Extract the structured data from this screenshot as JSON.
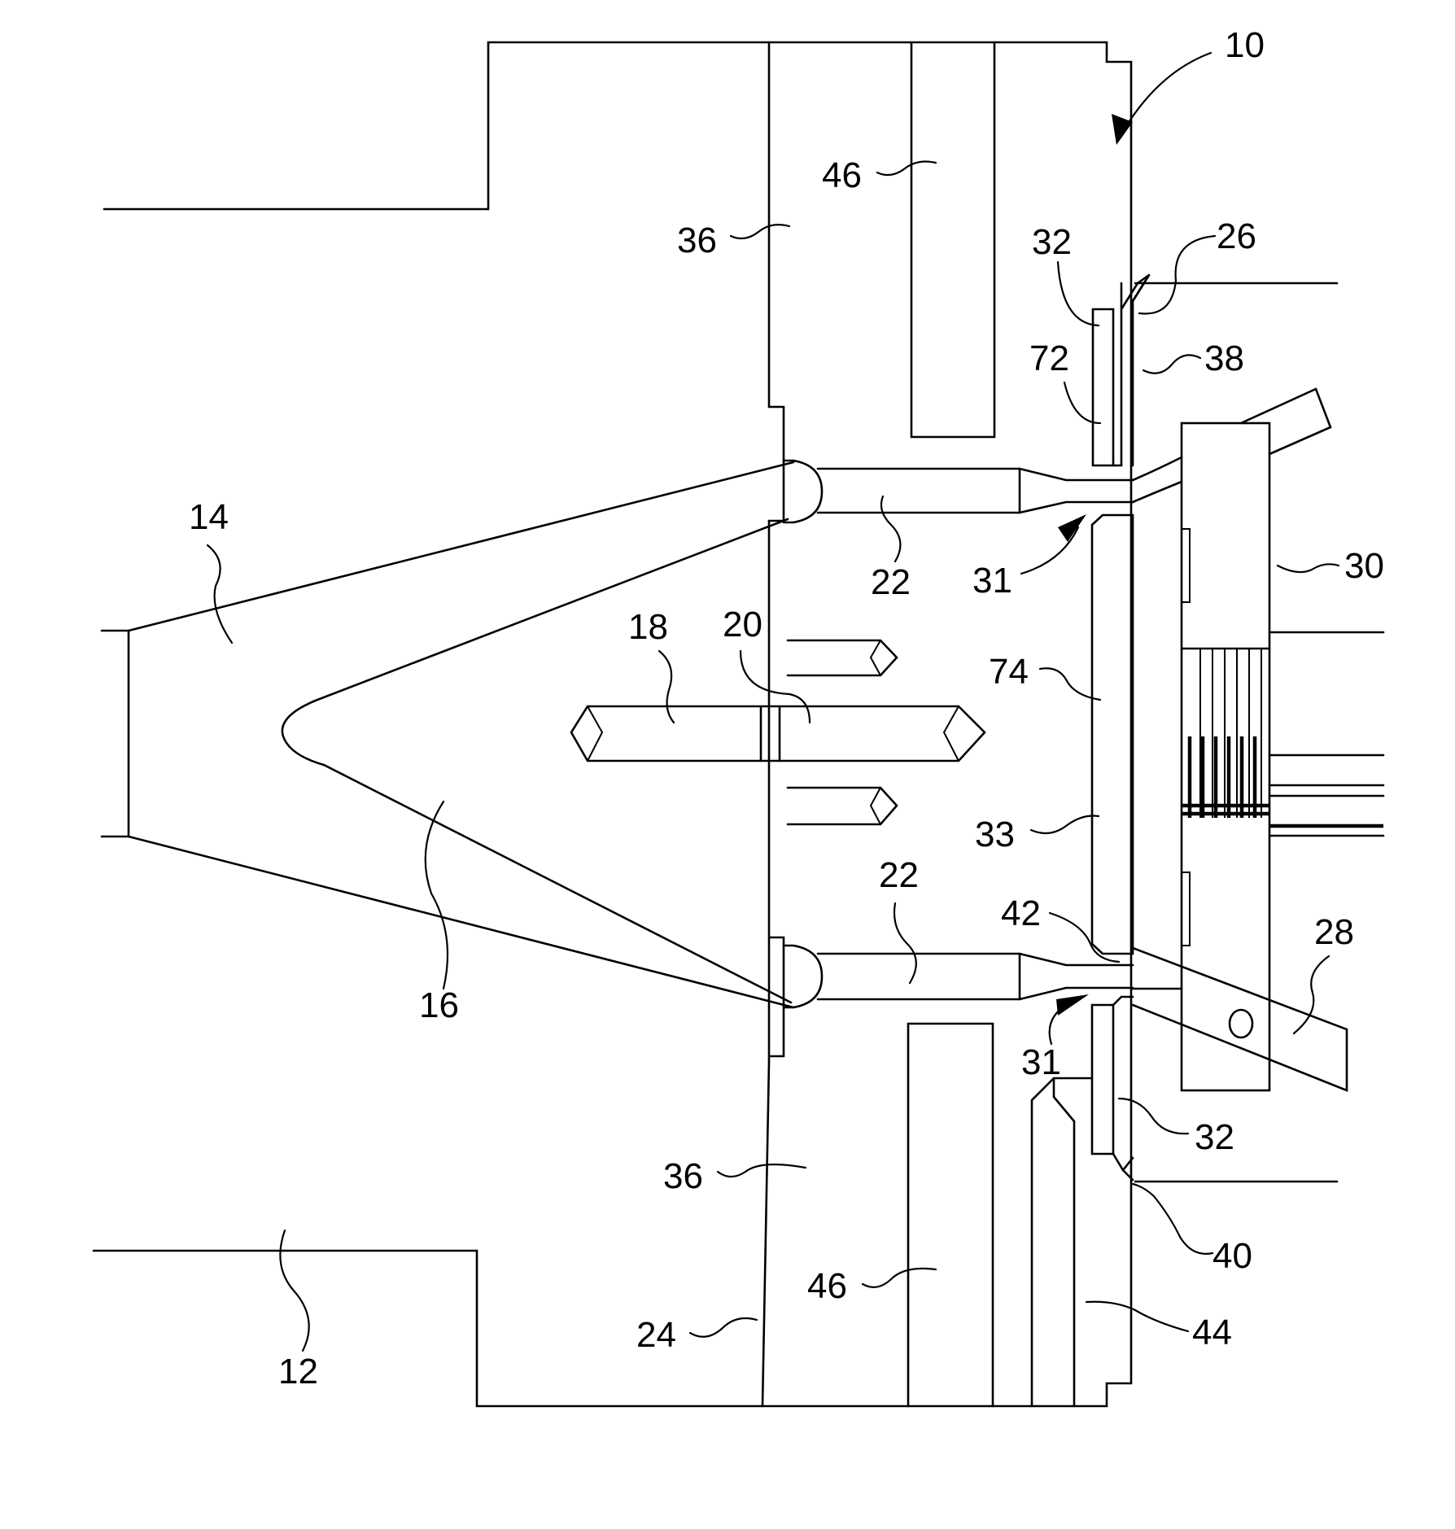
{
  "figure": {
    "labels": {
      "l10": "10",
      "l46_top": "46",
      "l36_top": "36",
      "l32_top": "32",
      "l26": "26",
      "l72": "72",
      "l38": "38",
      "l14": "14",
      "l22_top": "22",
      "l31_top": "31",
      "l30": "30",
      "l18": "18",
      "l20": "20",
      "l74": "74",
      "l16": "16",
      "l33": "33",
      "l22_bottom": "22",
      "l42": "42",
      "l28": "28",
      "l31_bottom": "31",
      "l32_bottom": "32",
      "l36_bottom": "36",
      "l40": "40",
      "l46_bottom": "46",
      "l24": "24",
      "l44": "44",
      "l12": "12"
    }
  }
}
